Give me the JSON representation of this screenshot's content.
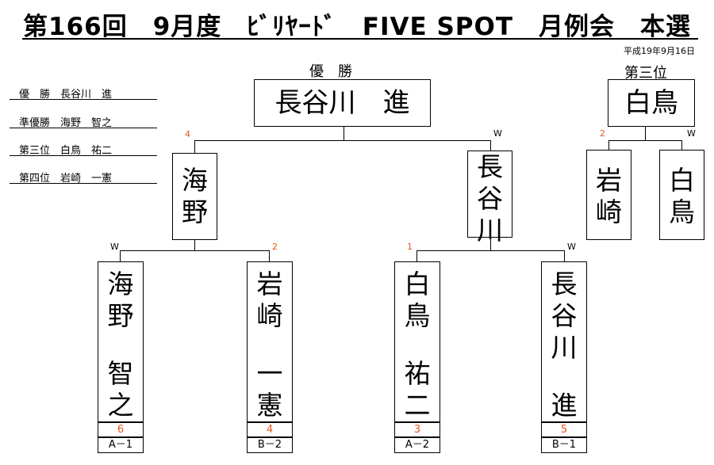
{
  "header": {
    "title": "第166回　9月度　ﾋﾞﾘﾔｰﾄﾞ　FIVE SPOT　月例会　本選",
    "date": "平成19年9月16日"
  },
  "results": [
    {
      "label": "優　勝　長谷川　進"
    },
    {
      "label": "準優勝　海野　智之"
    },
    {
      "label": "第三位　白鳥　祐二"
    },
    {
      "label": "第四位　岩崎　一憲"
    }
  ],
  "final": {
    "caption": "優　勝",
    "winner": "長谷川　進"
  },
  "third_place": {
    "caption": "第三位",
    "winner": "白鳥",
    "left": {
      "name": [
        "岩",
        "崎"
      ],
      "mark": "2"
    },
    "right": {
      "name": [
        "白",
        "鳥"
      ],
      "mark": "W"
    }
  },
  "semifinals": [
    {
      "name": [
        "海",
        "野"
      ],
      "mark": "4"
    },
    {
      "name": [
        "長",
        "谷",
        "川"
      ],
      "mark": "W"
    }
  ],
  "players": [
    {
      "name": [
        "海",
        "野",
        "",
        "智",
        "之"
      ],
      "mark": "W",
      "score": "6",
      "seed": "A－1"
    },
    {
      "name": [
        "岩",
        "崎",
        "",
        "一",
        "憲"
      ],
      "mark": "2",
      "score": "4",
      "seed": "B－2"
    },
    {
      "name": [
        "白",
        "鳥",
        "",
        "祐",
        "二"
      ],
      "mark": "1",
      "score": "3",
      "seed": "A－2"
    },
    {
      "name": [
        "長",
        "谷",
        "川",
        "",
        "進"
      ],
      "mark": "W",
      "score": "5",
      "seed": "B－1"
    }
  ],
  "colors": {
    "score": "#e8541a",
    "line": "#000000"
  }
}
